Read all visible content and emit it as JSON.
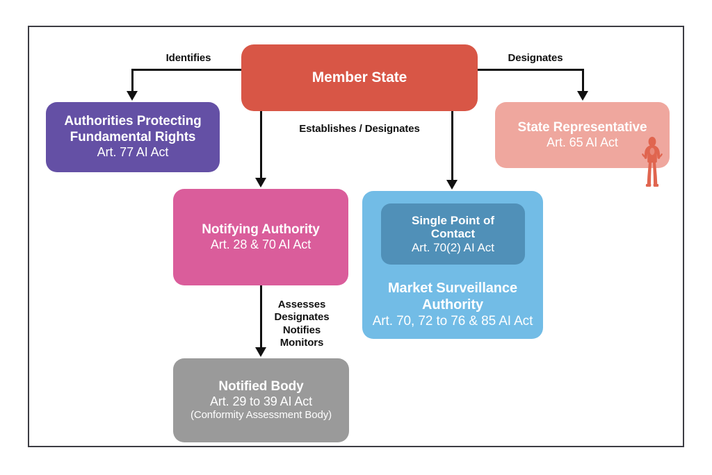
{
  "diagram": {
    "title": "AI Act national authority structure",
    "frame_border_color": "#3c3c43",
    "nodes": [
      {
        "id": "member-state",
        "title": "Member State",
        "sub": "",
        "note": "",
        "color": "#d85646"
      },
      {
        "id": "authorities-fundamental-rights",
        "title": "Authorities Protecting\nFundamental Rights",
        "sub": "Art. 77 AI Act",
        "note": "",
        "color": "#6450a5"
      },
      {
        "id": "state-representative",
        "title": "State Representative",
        "sub": "Art. 65 AI Act",
        "note": "",
        "color": "#efa79e"
      },
      {
        "id": "notifying-authority",
        "title": "Notifying Authority",
        "sub": "Art. 28 & 70 AI Act",
        "note": "",
        "color": "#da5d9b"
      },
      {
        "id": "single-point-of-contact",
        "title": "Single Point of\nContact",
        "sub": "Art. 70(2) AI Act",
        "note": "",
        "color": "#5090b8"
      },
      {
        "id": "market-surveillance-authority",
        "title": "Market Surveillance\nAuthority",
        "sub": "Art. 70, 72 to 76 & 85 AI Act",
        "note": "",
        "color": "#72bce6"
      },
      {
        "id": "notified-body",
        "title": "Notified Body",
        "sub": "Art. 29 to 39 AI Act",
        "note": "(Conformity Assessment Body)",
        "color": "#9a9a9a"
      }
    ],
    "edges": [
      {
        "id": "identifies",
        "label": "Identifies",
        "from": "member-state",
        "to": "authorities-fundamental-rights"
      },
      {
        "id": "designates",
        "label": "Designates",
        "from": "member-state",
        "to": "state-representative"
      },
      {
        "id": "establishes-designates",
        "label": "Establishes / Designates",
        "from": "member-state",
        "to": "notifying-authority, market-surveillance-authority"
      },
      {
        "id": "assesses-designates-notifies-monitors",
        "label": "Assesses\nDesignates\nNotifies\nMonitors",
        "from": "notifying-authority",
        "to": "notified-body"
      }
    ],
    "icons": {
      "person": "person-icon"
    }
  }
}
